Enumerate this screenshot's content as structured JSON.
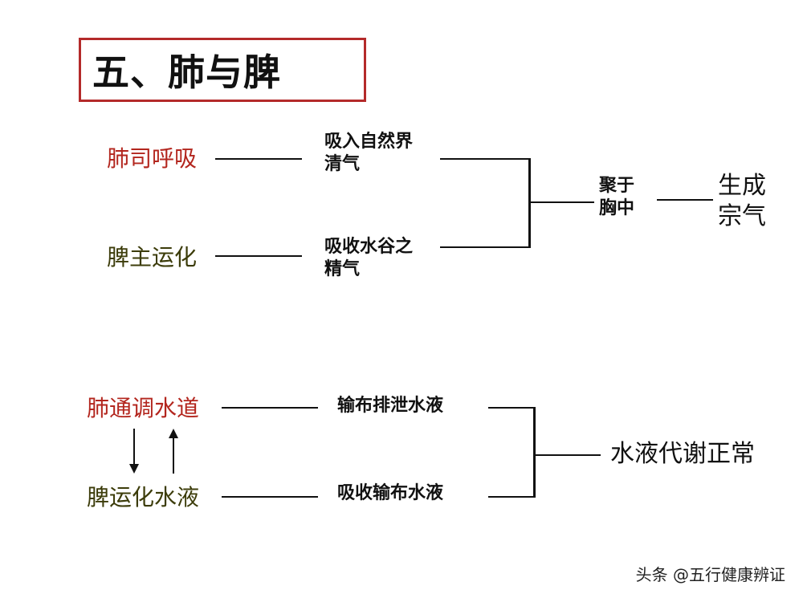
{
  "title": "五、肺与脾",
  "section1": {
    "lung_function": "肺司呼吸",
    "spleen_function": "脾主运化",
    "lung_product": "吸入自然界\n清气",
    "spleen_product": "吸收水谷之\n精气",
    "gather": "聚于\n胸中",
    "result": "生成\n宗气"
  },
  "section2": {
    "lung_function": "肺通调水道",
    "spleen_function": "脾运化水液",
    "lung_process": "输布排泄水液",
    "spleen_process": "吸收输布水液",
    "result": "水液代谢正常"
  },
  "colors": {
    "lung": "#b3261e",
    "spleen": "#3c3c0a",
    "title_border": "#b42a2a"
  },
  "watermark": "头条 @五行健康辨证"
}
